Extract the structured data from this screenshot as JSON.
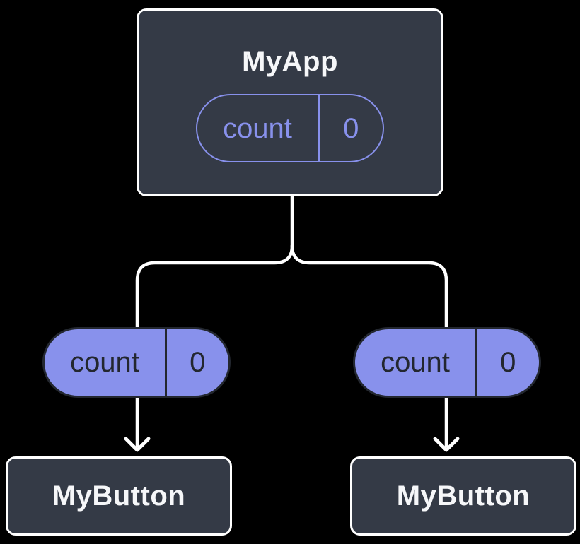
{
  "diagram": {
    "type": "component-tree",
    "root": {
      "label": "MyApp",
      "state": {
        "name": "count",
        "value": "0"
      }
    },
    "children": [
      {
        "label": "MyButton",
        "prop": {
          "name": "count",
          "value": "0"
        }
      },
      {
        "label": "MyButton",
        "prop": {
          "name": "count",
          "value": "0"
        }
      }
    ],
    "colors": {
      "background": "#000000",
      "node_fill": "#343A46",
      "node_border": "#FFFFFF",
      "node_text": "#F6F7F9",
      "accent_purple": "#8891EC",
      "pill_dark": "#23272F",
      "connector": "#FFFFFF"
    }
  }
}
